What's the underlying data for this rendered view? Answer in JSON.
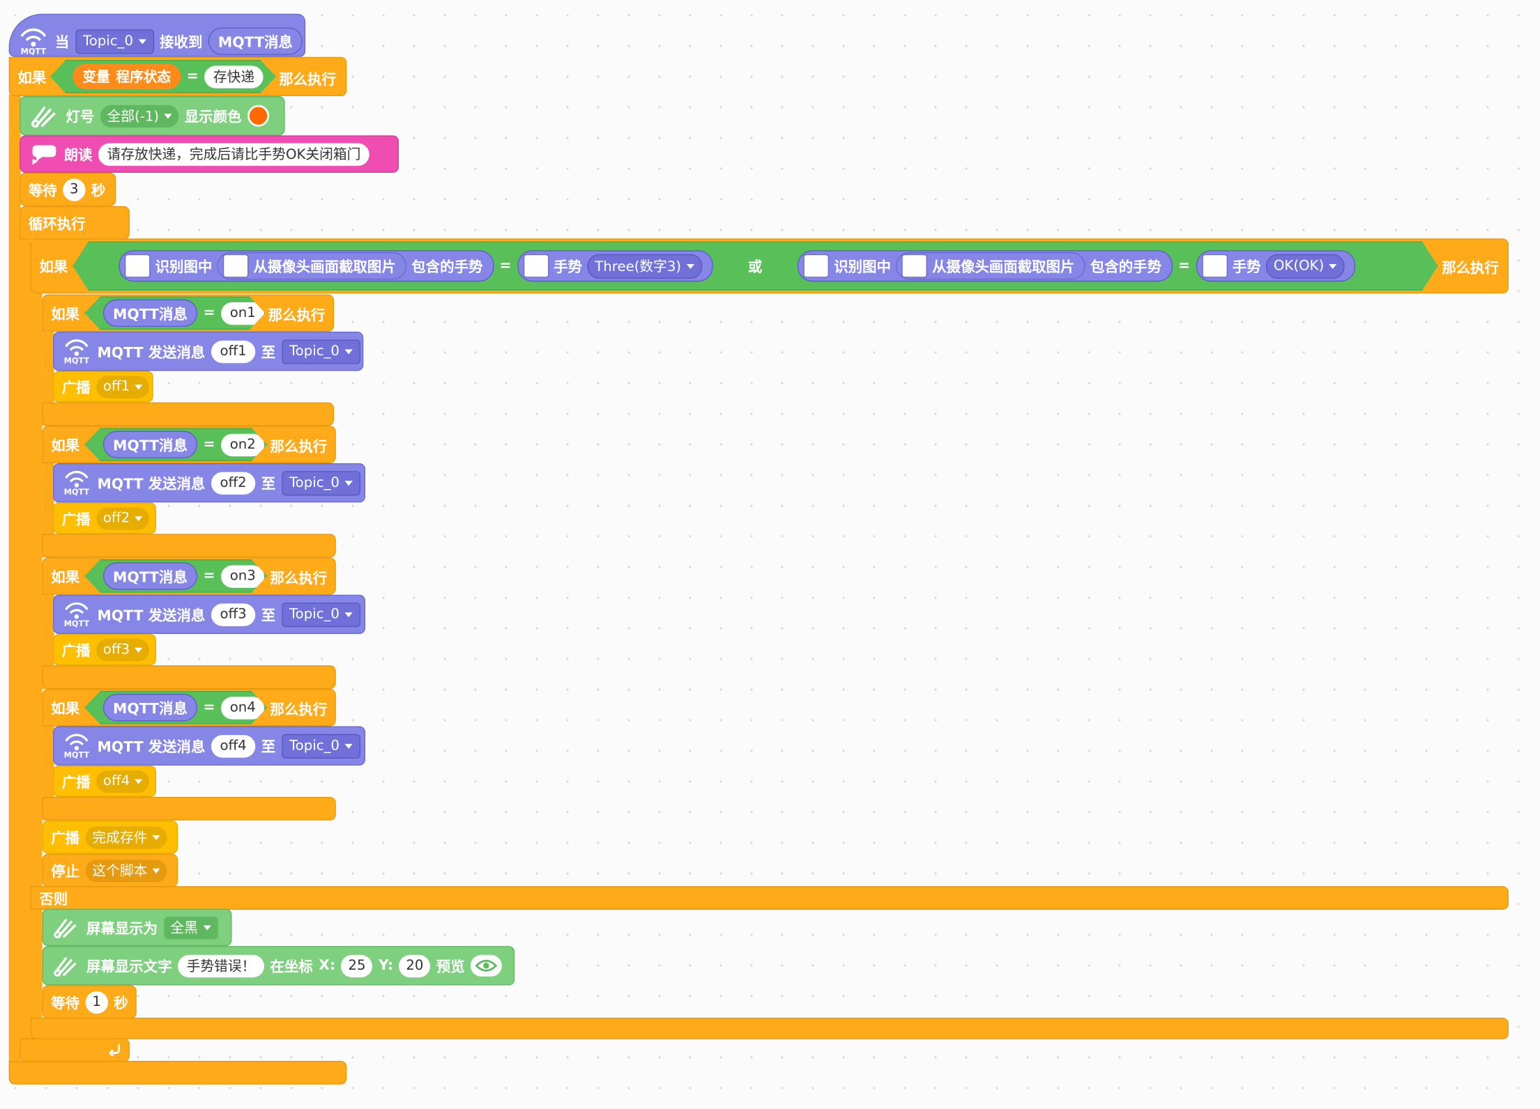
{
  "colors": {
    "control": "#FFAB19",
    "events": "#FFBF00",
    "operators": "#59C059",
    "extension": "#7ED07E",
    "sound": "#EF4DB1",
    "mqtt": "#8686E6",
    "variable": "#FF8C1A",
    "lamp": "#FF6A00"
  },
  "icons": {
    "mqtt": "mqtt-wifi-icon",
    "camera": "camera-person-icon",
    "pen": "pen-extension-icon",
    "speaker": "speaker-icon",
    "eye": "eye-icon",
    "loop": "loop-arrow-icon"
  },
  "hat": {
    "when": "当",
    "topic": "Topic_0",
    "received": "接收到",
    "message": "MQTT消息",
    "mqtt_caption": "MQTT"
  },
  "outer_if": {
    "if": "如果",
    "var_prefix": "变量",
    "var_name": "程序状态",
    "eq": "=",
    "value": "存快递",
    "then": "那么执行"
  },
  "lamp": {
    "label": "灯号",
    "option": "全部(-1)",
    "show_color": "显示颜色"
  },
  "speak": {
    "label": "朗读",
    "text": "请存放快递，完成后请比手势OK关闭箱门"
  },
  "wait1": {
    "label": "等待",
    "value": "3",
    "unit": "秒"
  },
  "forever": {
    "label": "循环执行"
  },
  "gesture_if": {
    "if": "如果",
    "then": "那么执行",
    "or": "或",
    "eq": "=",
    "recognize": "识别图中",
    "capture": "从摄像头画面截取图片",
    "contains": "包含的手势",
    "gesture_label": "手势",
    "gesture_a": "Three(数字3)",
    "gesture_b": "OK(OK)"
  },
  "mqtt_ifs": [
    {
      "if": "如果",
      "msg": "MQTT消息",
      "eq": "=",
      "value": "on1",
      "then": "那么执行",
      "send": "MQTT 发送消息",
      "payload": "off1",
      "to": "至",
      "topic": "Topic_0",
      "broadcast": "广播",
      "bcast_value": "off1"
    },
    {
      "if": "如果",
      "msg": "MQTT消息",
      "eq": "=",
      "value": "on2",
      "then": "那么执行",
      "send": "MQTT 发送消息",
      "payload": "off2",
      "to": "至",
      "topic": "Topic_0",
      "broadcast": "广播",
      "bcast_value": "off2"
    },
    {
      "if": "如果",
      "msg": "MQTT消息",
      "eq": "=",
      "value": "on3",
      "then": "那么执行",
      "send": "MQTT 发送消息",
      "payload": "off3",
      "to": "至",
      "topic": "Topic_0",
      "broadcast": "广播",
      "bcast_value": "off3"
    },
    {
      "if": "如果",
      "msg": "MQTT消息",
      "eq": "=",
      "value": "on4",
      "then": "那么执行",
      "send": "MQTT 发送消息",
      "payload": "off4",
      "to": "至",
      "topic": "Topic_0",
      "broadcast": "广播",
      "bcast_value": "off4"
    }
  ],
  "broadcast_done": {
    "label": "广播",
    "value": "完成存件"
  },
  "stop": {
    "label": "停止",
    "value": "这个脚本"
  },
  "else": {
    "label": "否则"
  },
  "screen_fill": {
    "label": "屏幕显示为",
    "value": "全黑"
  },
  "screen_text": {
    "label": "屏幕显示文字",
    "text": "手势错误！",
    "at": "在坐标",
    "x_label": "X:",
    "x": "25",
    "y_label": "Y:",
    "y": "20",
    "preview": "预览"
  },
  "wait2": {
    "label": "等待",
    "value": "1",
    "unit": "秒"
  }
}
